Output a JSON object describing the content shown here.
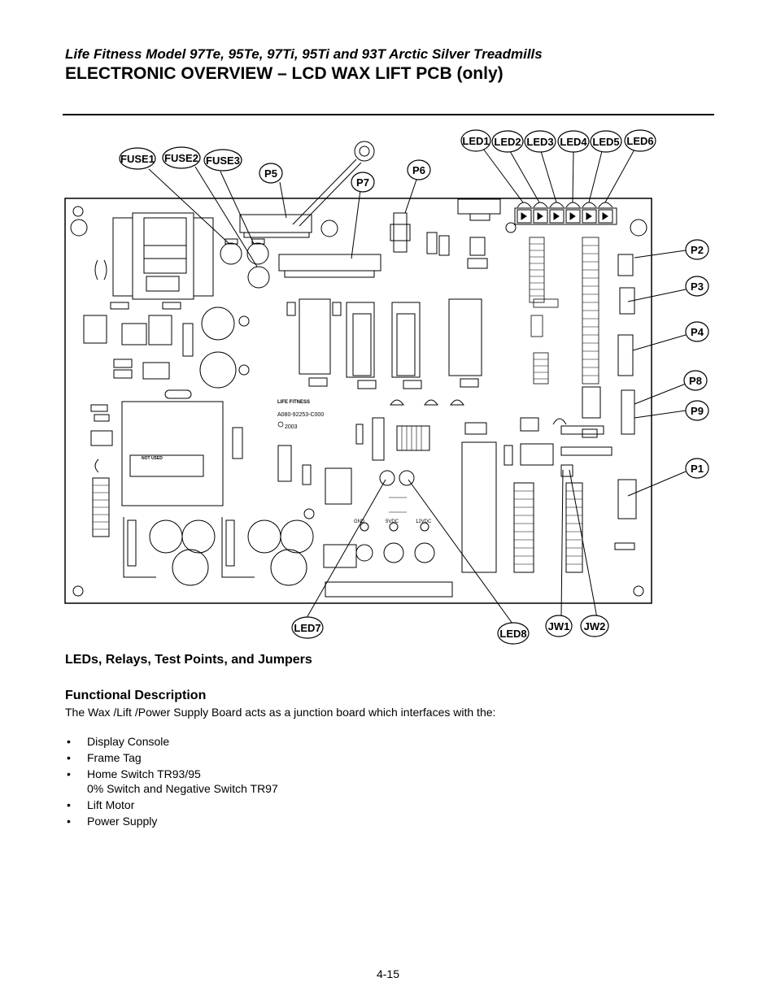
{
  "header": {
    "subtitle": "Life Fitness Model 97Te, 95Te, 97Ti, 95Ti and 93T Arctic Silver Treadmills",
    "title": "ELECTRONIC OVERVIEW – LCD WAX LIFT PCB (only)"
  },
  "diagram": {
    "callouts": {
      "led1": "LED1",
      "led2": "LED2",
      "led3": "LED3",
      "led4": "LED4",
      "led5": "LED5",
      "led6": "LED6",
      "fuse1": "FUSE1",
      "fuse2": "FUSE2",
      "fuse3": "FUSE3",
      "p5": "P5",
      "p7": "P7",
      "p6": "P6",
      "p2": "P2",
      "p3": "P3",
      "p4": "P4",
      "p8": "P8",
      "p9": "P9",
      "p1": "P1",
      "led7": "LED7",
      "led8": "LED8",
      "jw1": "JW1",
      "jw2": "JW2"
    },
    "board": {
      "maker": "LIFE FITNESS",
      "part": "A080-92253-C000",
      "year": "2003",
      "not_used": "NOT USED",
      "gnd": "GND",
      "v5": "5VDC",
      "v12": "12VDC"
    }
  },
  "sections": {
    "leds_heading": "LEDs, Relays, Test Points, and Jumpers",
    "func_heading": "Functional Description",
    "func_text": "The Wax /Lift /Power Supply Board acts as a junction board which interfaces with the:",
    "bullets": [
      "Display Console",
      "Frame Tag",
      "Home Switch TR93/95",
      "0% Switch and Negative Switch TR97",
      "Lift Motor",
      "Power Supply"
    ]
  },
  "footer": {
    "page": "4-15"
  }
}
